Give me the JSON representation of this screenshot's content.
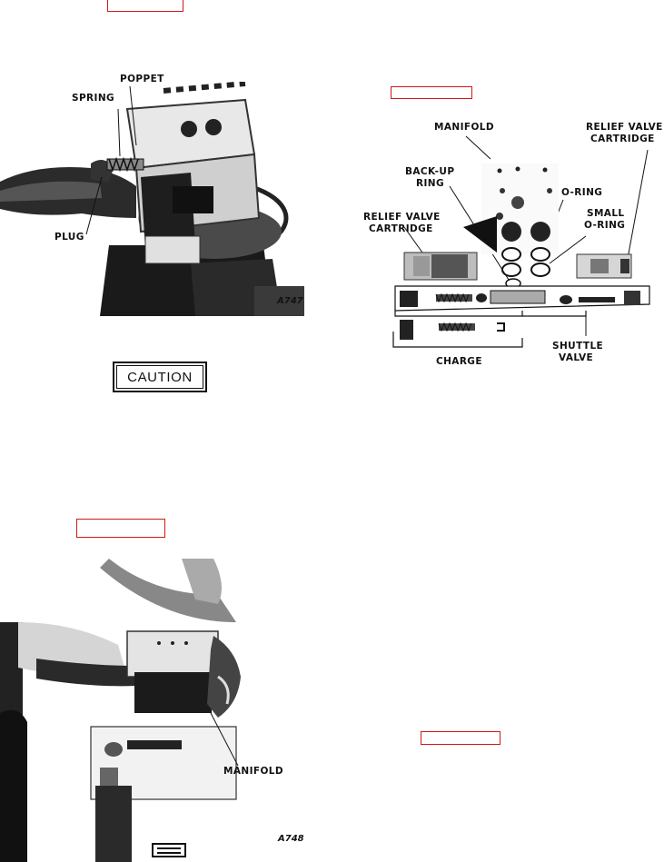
{
  "figure1": {
    "labels": {
      "poppet": "POPPET",
      "spring": "SPRING",
      "plug": "PLUG"
    },
    "figure_number": "A747"
  },
  "caution": {
    "label": "CAUTION"
  },
  "figure2": {
    "labels": {
      "manifold": "MANIFOLD",
      "relief_valve_cartridge_right_1": "RELIEF VALVE",
      "relief_valve_cartridge_right_2": "CARTRIDGE",
      "back_up_ring_1": "BACK-UP",
      "back_up_ring_2": "RING",
      "o_ring": "O-RING",
      "small_o_ring_1": "SMALL",
      "small_o_ring_2": "O-RING",
      "relief_valve_cartridge_left_1": "RELIEF VALVE",
      "relief_valve_cartridge_left_2": "CARTRIDGE",
      "charge": "CHARGE",
      "shuttle_valve_1": "SHUTTLE",
      "shuttle_valve_2": "VALVE"
    }
  },
  "figure3": {
    "labels": {
      "manifold": "MANIFOLD"
    },
    "figure_number": "A748"
  }
}
